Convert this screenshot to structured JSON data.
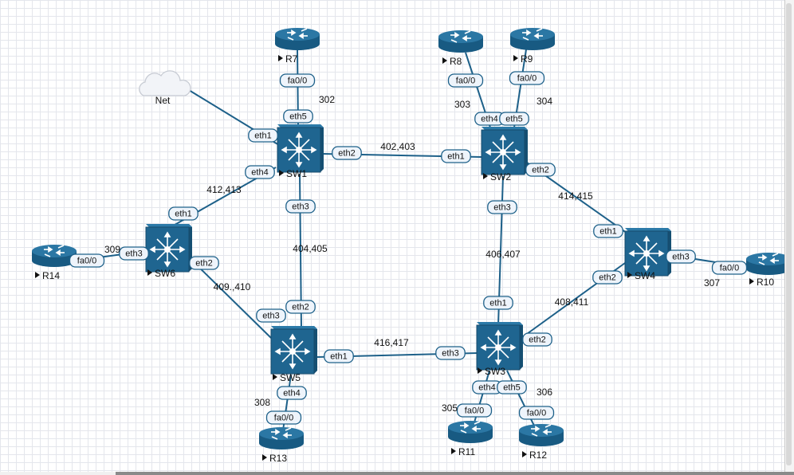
{
  "topology": {
    "nodes": [
      {
        "id": "R7",
        "type": "router",
        "label": "R7"
      },
      {
        "id": "R8",
        "type": "router",
        "label": "R8"
      },
      {
        "id": "R9",
        "type": "router",
        "label": "R9"
      },
      {
        "id": "Net",
        "type": "cloud",
        "label": "Net"
      },
      {
        "id": "SW1",
        "type": "switch",
        "label": "SW1"
      },
      {
        "id": "SW2",
        "type": "switch",
        "label": "SW2"
      },
      {
        "id": "SW6",
        "type": "switch",
        "label": "SW6"
      },
      {
        "id": "SW4",
        "type": "switch",
        "label": "SW4"
      },
      {
        "id": "SW5",
        "type": "switch",
        "label": "SW5"
      },
      {
        "id": "SW3",
        "type": "switch",
        "label": "SW3"
      },
      {
        "id": "R14",
        "type": "router",
        "label": "R14"
      },
      {
        "id": "R10",
        "type": "router",
        "label": "R10"
      },
      {
        "id": "R13",
        "type": "router",
        "label": "R13"
      },
      {
        "id": "R11",
        "type": "router",
        "label": "R11"
      },
      {
        "id": "R12",
        "type": "router",
        "label": "R12"
      }
    ],
    "links": [
      {
        "id": "net-sw1",
        "from": "Net",
        "to": "SW1",
        "from_port": "",
        "to_port": "eth1",
        "label": ""
      },
      {
        "id": "r7-sw1",
        "from": "R7",
        "to": "SW1",
        "from_port": "fa0/0",
        "to_port": "eth5",
        "label": "302"
      },
      {
        "id": "r8-sw2",
        "from": "R8",
        "to": "SW2",
        "from_port": "fa0/0",
        "to_port": "eth4",
        "label": "303"
      },
      {
        "id": "r9-sw2",
        "from": "R9",
        "to": "SW2",
        "from_port": "fa0/0",
        "to_port": "eth5",
        "label": "304"
      },
      {
        "id": "sw1-sw2",
        "from": "SW1",
        "to": "SW2",
        "from_port": "eth2",
        "to_port": "eth1",
        "label": "402,403"
      },
      {
        "id": "sw1-sw6",
        "from": "SW1",
        "to": "SW6",
        "from_port": "eth4",
        "to_port": "eth1",
        "label": "412,413"
      },
      {
        "id": "sw1-sw5",
        "from": "SW1",
        "to": "SW5",
        "from_port": "eth3",
        "to_port": "eth2",
        "label": "404,405"
      },
      {
        "id": "sw2-sw4",
        "from": "SW2",
        "to": "SW4",
        "from_port": "eth2",
        "to_port": "eth1",
        "label": "414,415"
      },
      {
        "id": "sw2-sw3",
        "from": "SW2",
        "to": "SW3",
        "from_port": "eth3",
        "to_port": "eth1",
        "label": "406,407"
      },
      {
        "id": "r14-sw6",
        "from": "R14",
        "to": "SW6",
        "from_port": "fa0/0",
        "to_port": "eth3",
        "label": "309"
      },
      {
        "id": "sw6-sw5",
        "from": "SW6",
        "to": "SW5",
        "from_port": "eth2",
        "to_port": "eth3",
        "label": "409.,410"
      },
      {
        "id": "sw4-r10",
        "from": "SW4",
        "to": "R10",
        "from_port": "eth3",
        "to_port": "fa0/0",
        "label": "307"
      },
      {
        "id": "sw4-sw3",
        "from": "SW4",
        "to": "SW3",
        "from_port": "eth2",
        "to_port": "eth2",
        "label": "408,411"
      },
      {
        "id": "sw5-sw3",
        "from": "SW5",
        "to": "SW3",
        "from_port": "eth1",
        "to_port": "eth3",
        "label": "416,417"
      },
      {
        "id": "sw5-r13",
        "from": "SW5",
        "to": "R13",
        "from_port": "eth4",
        "to_port": "fa0/0",
        "label": "308"
      },
      {
        "id": "sw3-r11",
        "from": "SW3",
        "to": "R11",
        "from_port": "eth4",
        "to_port": "fa0/0",
        "label": "305"
      },
      {
        "id": "sw3-r12",
        "from": "SW3",
        "to": "R12",
        "from_port": "eth5",
        "to_port": "fa0/0",
        "label": "306"
      }
    ]
  },
  "colors": {
    "device": "#1f6590",
    "link": "#1d6089",
    "port_fill": "#eef4fb",
    "grid": "#e4e6ec"
  }
}
